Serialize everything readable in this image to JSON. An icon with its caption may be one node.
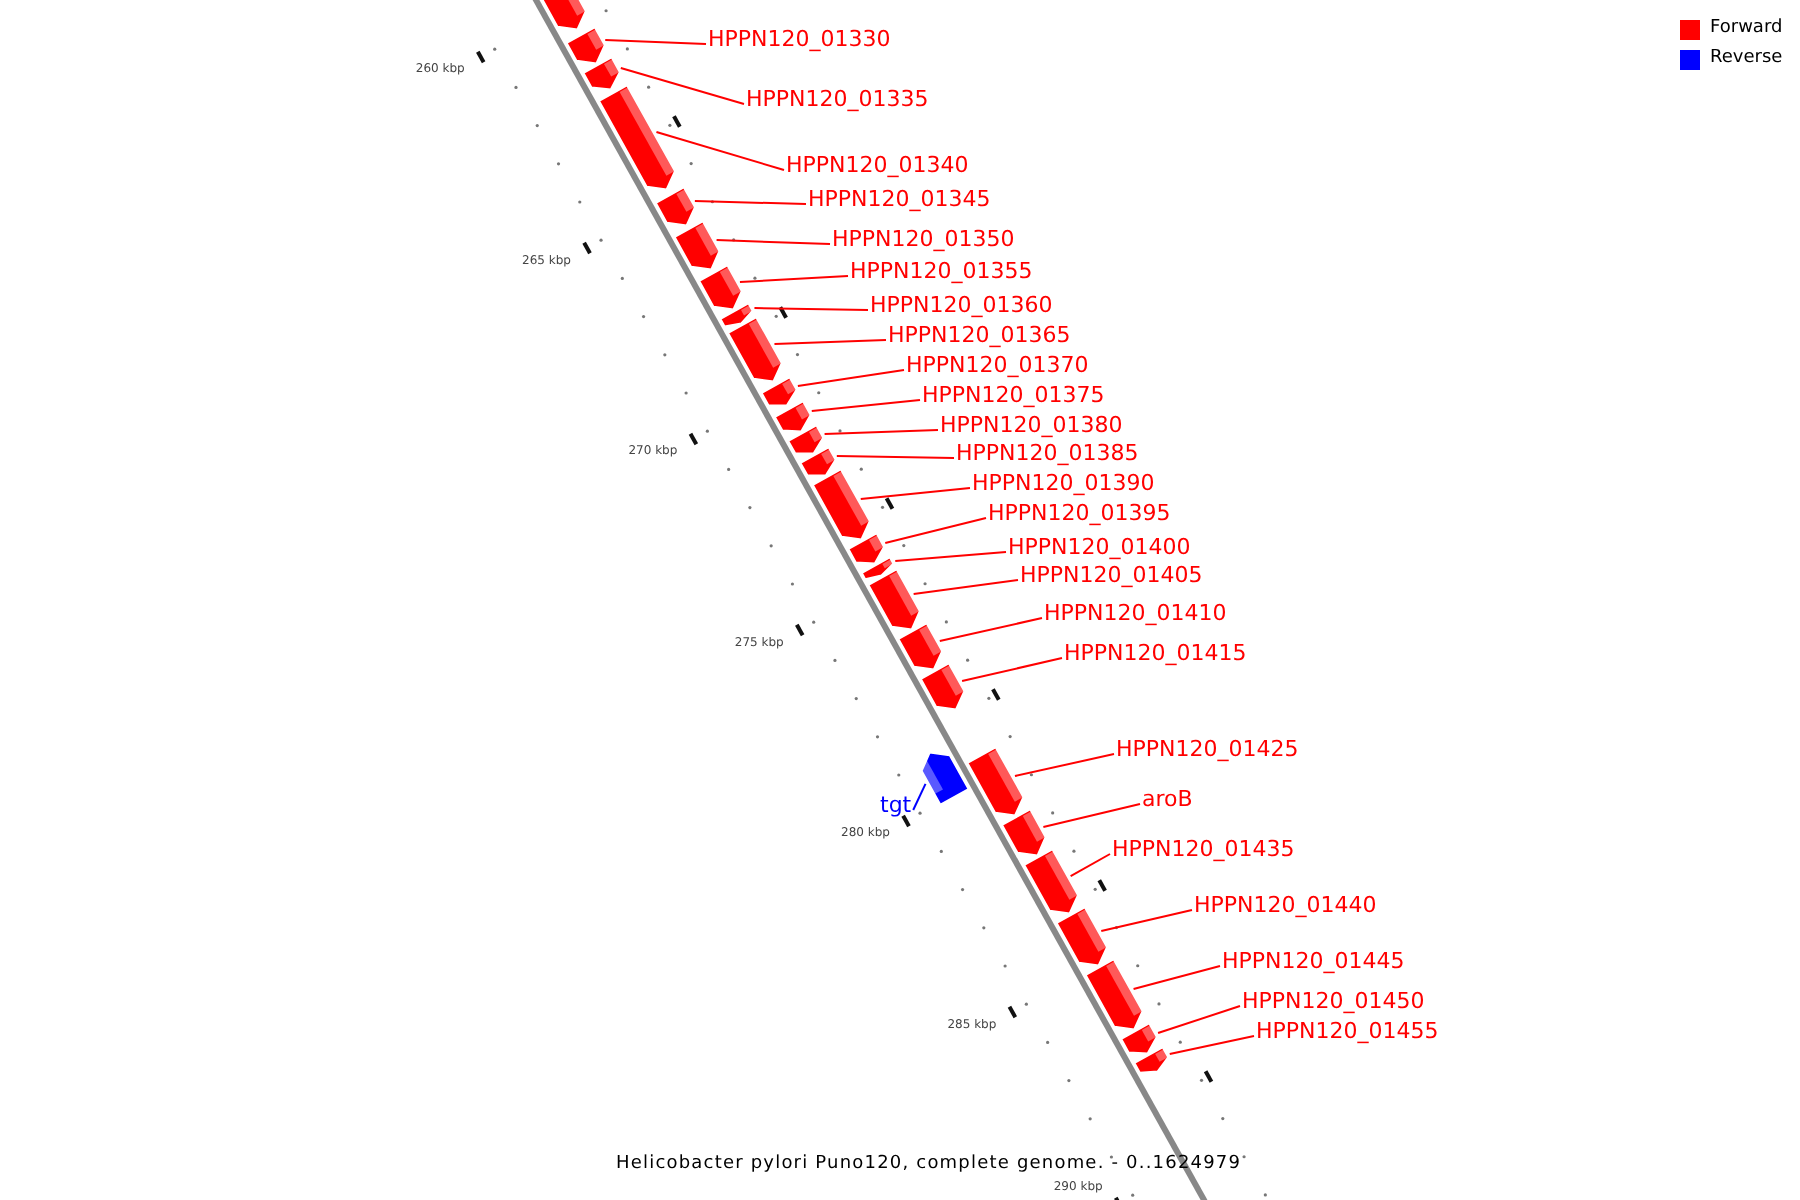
{
  "diagram": {
    "caption": "Helicobacter pylori Puno120, complete genome. - 0..1624979",
    "nodes": [
      {
        "text": [
          "HPPN120_01330"
        ]
      },
      {
        "text": [
          "HPPN120_01335"
        ]
      },
      {
        "text": [
          "HPPN120_01340"
        ]
      },
      {
        "text": [
          "HPPN120_01345"
        ]
      },
      {
        "text": [
          "HPPN120_01350"
        ]
      },
      {
        "text": [
          "HPPN120_01355"
        ]
      },
      {
        "text": [
          "HPPN120_01360"
        ]
      },
      {
        "text": [
          "HPPN120_01365"
        ]
      },
      {
        "text": [
          "HPPN120_01370"
        ]
      },
      {
        "text": [
          "HPPN120_01375"
        ]
      },
      {
        "text": [
          "HPPN120_01380"
        ]
      },
      {
        "text": [
          "HPPN120_01385"
        ]
      },
      {
        "text": [
          "HPPN120_01390"
        ]
      },
      {
        "text": [
          "HPPN120_01395"
        ]
      },
      {
        "text": [
          "HPPN120_01400"
        ]
      },
      {
        "text": [
          "HPPN120_01405"
        ]
      },
      {
        "text": [
          "HPPN120_01410"
        ]
      },
      {
        "text": [
          "HPPN120_01415"
        ]
      },
      {
        "text": [
          "HPPN120_01425"
        ]
      },
      {
        "text": [
          "aroB"
        ]
      },
      {
        "text": [
          "tgt"
        ]
      },
      {
        "text": [
          "HPPN120_01435"
        ]
      },
      {
        "text": [
          "HPPN120_01440"
        ]
      },
      {
        "text": [
          "HPPN120_01445"
        ]
      },
      {
        "text": [
          "HPPN120_01450"
        ]
      },
      {
        "text": [
          "HPPN120_01455"
        ]
      },
      {
        "text": [],
        "shape": "box"
      },
      {
        "text": [],
        "shape": "box"
      },
      {
        "text": [],
        "shape": "box"
      },
      {
        "text": [],
        "shape": "box"
      },
      {
        "text": [],
        "shape": "box"
      },
      {
        "text": [],
        "shape": "box"
      },
      {
        "text": [],
        "shape": "box"
      },
      {
        "text": [],
        "shape": "box"
      },
      {
        "text": [],
        "shape": "box"
      },
      {
        "text": [],
        "shape": "box"
      },
      {
        "text": [],
        "shape": "box"
      },
      {
        "text": [],
        "shape": "box"
      },
      {
        "text": [],
        "shape": "box"
      },
      {
        "text": [],
        "shape": "box"
      },
      {
        "text": [],
        "shape": "box"
      },
      {
        "text": [],
        "shape": "box"
      },
      {
        "text": [],
        "shape": "box"
      },
      {
        "text": [],
        "shape": "box"
      },
      {
        "text": [],
        "shape": "box"
      },
      {
        "text": [],
        "shape": "box"
      },
      {
        "text": [],
        "shape": "box"
      },
      {
        "text": [],
        "shape": "box"
      },
      {
        "text": [],
        "shape": "box"
      },
      {
        "text": [],
        "shape": "box"
      },
      {
        "text": [],
        "shape": "box"
      },
      {
        "text": [],
        "shape": "box"
      },
      {
        "text": [],
        "shape": "box"
      }
    ],
    "edges": [
      {
        "from": 0,
        "to": 27,
        "arrow": "none"
      },
      {
        "from": 1,
        "to": 28,
        "arrow": "none"
      },
      {
        "from": 2,
        "to": 29,
        "arrow": "none"
      },
      {
        "from": 3,
        "to": 30,
        "arrow": "none"
      },
      {
        "from": 4,
        "to": 31,
        "arrow": "none"
      },
      {
        "from": 5,
        "to": 32,
        "arrow": "none"
      },
      {
        "from": 6,
        "to": 33,
        "arrow": "none"
      },
      {
        "from": 7,
        "to": 34,
        "arrow": "none"
      },
      {
        "from": 8,
        "to": 35,
        "arrow": "none"
      },
      {
        "from": 9,
        "to": 36,
        "arrow": "none"
      },
      {
        "from": 10,
        "to": 37,
        "arrow": "none"
      },
      {
        "from": 11,
        "to": 38,
        "arrow": "none"
      },
      {
        "from": 12,
        "to": 39,
        "arrow": "none"
      },
      {
        "from": 13,
        "to": 40,
        "arrow": "none"
      },
      {
        "from": 14,
        "to": 41,
        "arrow": "none"
      },
      {
        "from": 15,
        "to": 42,
        "arrow": "none"
      },
      {
        "from": 16,
        "to": 43,
        "arrow": "none"
      },
      {
        "from": 17,
        "to": 44,
        "arrow": "none"
      },
      {
        "from": 18,
        "to": 46,
        "arrow": "none"
      },
      {
        "from": 19,
        "to": 47,
        "arrow": "none"
      },
      {
        "from": 20,
        "to": 45,
        "arrow": "none",
        "color": "#0000ff"
      },
      {
        "from": 21,
        "to": 48,
        "arrow": "none"
      },
      {
        "from": 22,
        "to": 49,
        "arrow": "none"
      },
      {
        "from": 23,
        "to": 50,
        "arrow": "none"
      },
      {
        "from": 24,
        "to": 51,
        "arrow": "none"
      },
      {
        "from": 25,
        "to": 52,
        "arrow": "none"
      }
    ],
    "labels": [
      "260 kbp",
      "265 kbp",
      "270 kbp",
      "275 kbp",
      "280 kbp",
      "285 kbp",
      "290 kbp"
    ],
    "legend": [
      {
        "text": "Forward",
        "color": "#ff0000"
      },
      {
        "text": "Reverse",
        "color": "#0000ff"
      }
    ]
  }
}
